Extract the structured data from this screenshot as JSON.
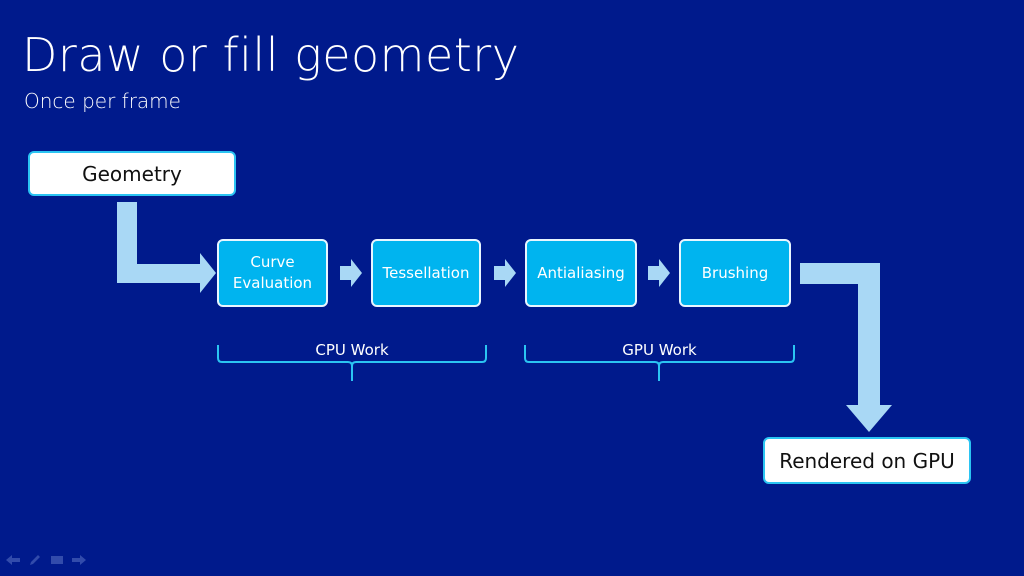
{
  "slide": {
    "title": "Draw or fill geometry",
    "subtitle": "Once per frame"
  },
  "diagram": {
    "input_box": "Geometry",
    "output_box": "Rendered on GPU",
    "stages": [
      {
        "label_line1": "Curve",
        "label_line2": "Evaluation"
      },
      {
        "label_line1": "Tessellation",
        "label_line2": ""
      },
      {
        "label_line1": "Antialiasing",
        "label_line2": ""
      },
      {
        "label_line1": "Brushing",
        "label_line2": ""
      }
    ],
    "groups": [
      {
        "label": "CPU Work",
        "covers": [
          "Curve Evaluation",
          "Tessellation"
        ]
      },
      {
        "label": "GPU Work",
        "covers": [
          "Antialiasing",
          "Brushing"
        ]
      }
    ]
  },
  "colors": {
    "background": "#001a8c",
    "stage_fill": "#00b4ef",
    "arrow_fill": "#a9d8f5",
    "brace": "#2bc4f2"
  },
  "nav_controls": [
    "previous-icon",
    "pen-icon",
    "slides-icon",
    "next-icon"
  ]
}
